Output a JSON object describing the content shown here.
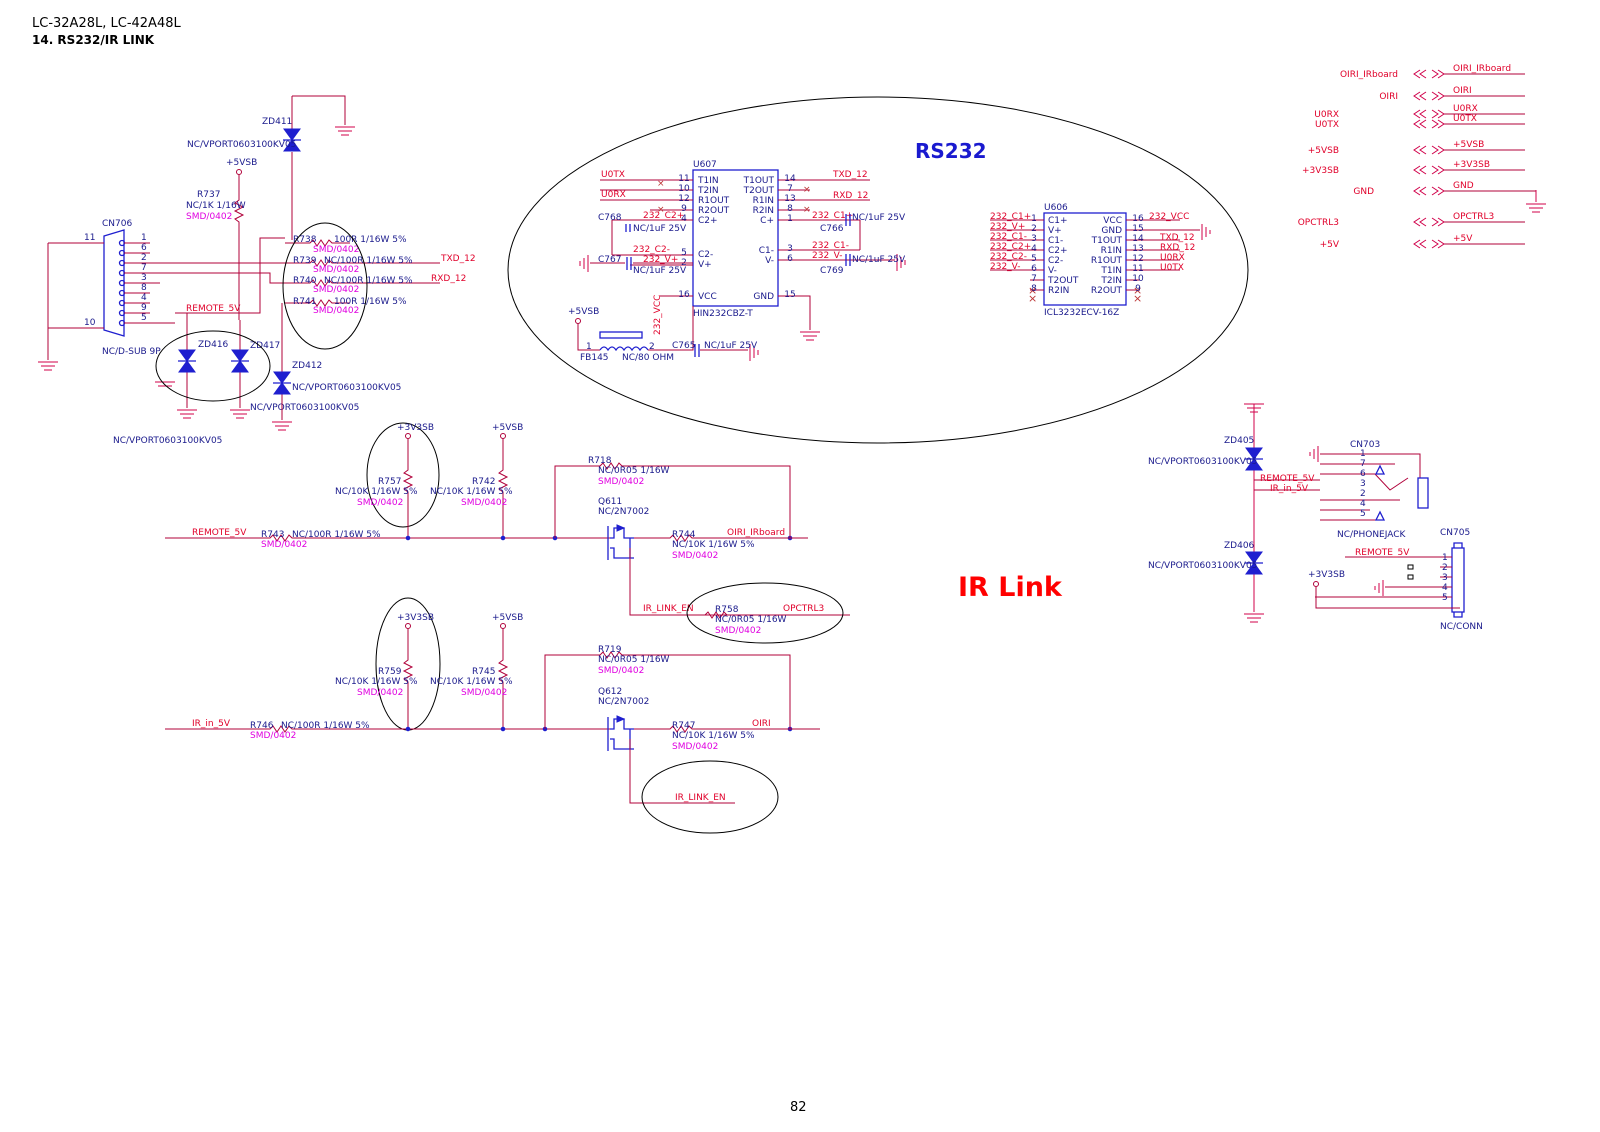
{
  "header": {
    "models": "LC-32A28L, LC-42A48L",
    "section": "14. RS232/IR LINK"
  },
  "page_number": "82",
  "titles": {
    "rs232": "RS232",
    "ir_link": "IR Link"
  },
  "colors": {
    "wire": "#b0003a",
    "part": "#1f1fcf",
    "net": "#e0002a",
    "footprint": "#e000e0",
    "title_rs232": "#1a1acf",
    "title_ir": "#ff0000"
  },
  "rs232_connector": {
    "name": "CN706",
    "value": "NC/D-SUB 9P",
    "pins": [
      "1",
      "6",
      "2",
      "7",
      "3",
      "8",
      "4",
      "9",
      "5"
    ],
    "shell_pins": [
      "11",
      "10"
    ],
    "net_remote": "REMOTE_5V",
    "r737": {
      "name": "R737",
      "value": "NC/1K 1/16W",
      "footprint": "SMD/0402",
      "supply": "+5VSB"
    },
    "zd411": {
      "name": "ZD411",
      "value": "NC/VPORT0603100KV05"
    },
    "zd412": {
      "name": "ZD412",
      "value": "NC/VPORT0603100KV05"
    },
    "zd416": {
      "name": "ZD416"
    },
    "zd417": {
      "name": "ZD417"
    },
    "zd_value_a": "NC/VPORT0603100KV05",
    "zd_value_b": "NC/VPORT0603100KV05",
    "r738": {
      "name": "R738",
      "value": "100R 1/16W 5%",
      "footprint": "SMD/0402"
    },
    "r739": {
      "name": "R739",
      "value": "NC/100R 1/16W 5%",
      "footprint": "SMD/0402",
      "net": "TXD_12"
    },
    "r740": {
      "name": "R740",
      "value": "NC/100R 1/16W 5%",
      "footprint": "SMD/0402",
      "net": "RXD_12"
    },
    "r741": {
      "name": "R741",
      "value": "100R 1/16W 5%",
      "footprint": "SMD/0402"
    }
  },
  "u607": {
    "name": "U607",
    "part": "HIN232CBZ-T",
    "left_pins": [
      {
        "num": "11",
        "label": "T1IN",
        "net": "U0TX"
      },
      {
        "num": "10",
        "label": "T2IN",
        "net": ""
      },
      {
        "num": "12",
        "label": "R1OUT",
        "net": "U0RX"
      },
      {
        "num": "9",
        "label": "R2OUT",
        "net": ""
      },
      {
        "num": "4",
        "label": "C2+",
        "net": "232_C2+"
      },
      {
        "num": "5",
        "label": "C2-",
        "net": "232_C2-"
      },
      {
        "num": "2",
        "label": "V+",
        "net": "232_V+"
      },
      {
        "num": "16",
        "label": "VCC",
        "net": "232_VCC"
      }
    ],
    "right_pins": [
      {
        "num": "14",
        "label": "T1OUT",
        "net": "TXD_12"
      },
      {
        "num": "7",
        "label": "T2OUT",
        "net": ""
      },
      {
        "num": "13",
        "label": "R1IN",
        "net": "RXD_12"
      },
      {
        "num": "8",
        "label": "R2IN",
        "net": ""
      },
      {
        "num": "1",
        "label": "C+",
        "net": "232_C1+"
      },
      {
        "num": "3",
        "label": "C1-",
        "net": "232_C1-"
      },
      {
        "num": "6",
        "label": "V-",
        "net": "232_V-"
      },
      {
        "num": "15",
        "label": "GND",
        "net": ""
      }
    ],
    "caps": [
      {
        "name": "C768",
        "value": "NC/1uF 25V"
      },
      {
        "name": "C767",
        "value": "NC/1uF 25V"
      },
      {
        "name": "C766",
        "value": "NC/1uF 25V"
      },
      {
        "name": "C769",
        "value": "NC/1uF 25V"
      },
      {
        "name": "C765",
        "value": "NC/1uF 25V"
      }
    ],
    "fb145": {
      "name": "FB145",
      "value": "NC/80 OHM",
      "supply": "+5VSB",
      "pin1": "1",
      "pin2": "2"
    }
  },
  "u606": {
    "name": "U606",
    "part": "ICL3232ECV-16Z",
    "left_pins": [
      {
        "num": "1",
        "label": "C1+",
        "net": "232_C1+"
      },
      {
        "num": "2",
        "label": "V+",
        "net": "232_V+"
      },
      {
        "num": "3",
        "label": "C1-",
        "net": "232_C1-"
      },
      {
        "num": "4",
        "label": "C2+",
        "net": "232_C2+"
      },
      {
        "num": "5",
        "label": "C2-",
        "net": "232_C2-"
      },
      {
        "num": "6",
        "label": "V-",
        "net": "232_V-"
      },
      {
        "num": "7",
        "label": "T2OUT",
        "net": ""
      },
      {
        "num": "8",
        "label": "R2IN",
        "net": ""
      }
    ],
    "right_pins": [
      {
        "num": "16",
        "label": "VCC",
        "net": "232_VCC"
      },
      {
        "num": "15",
        "label": "GND",
        "net": ""
      },
      {
        "num": "14",
        "label": "T1OUT",
        "net": "TXD_12"
      },
      {
        "num": "13",
        "label": "R1IN",
        "net": "RXD_12"
      },
      {
        "num": "12",
        "label": "R1OUT",
        "net": "U0RX"
      },
      {
        "num": "11",
        "label": "T1IN",
        "net": "U0TX"
      },
      {
        "num": "10",
        "label": "T2IN",
        "net": ""
      },
      {
        "num": "9",
        "label": "R2OUT",
        "net": ""
      }
    ]
  },
  "offpage": [
    {
      "left": "OIRI_IRboard",
      "right": "OIRI_IRboard"
    },
    {
      "left": "OIRI",
      "right": "OIRI"
    },
    {
      "left": "U0RX",
      "right": "U0RX"
    },
    {
      "left": "U0TX",
      "right": "U0TX"
    },
    {
      "left": "+5VSB",
      "right": "+5VSB"
    },
    {
      "left": "+3V3SB",
      "right": "+3V3SB"
    },
    {
      "left": "GND",
      "right": "GND"
    },
    {
      "left": "OPCTRL3",
      "right": "OPCTRL3"
    },
    {
      "left": "+5V",
      "right": "+5V"
    }
  ],
  "ir_upper": {
    "supply_a": "+3V3SB",
    "supply_b": "+5VSB",
    "r757": {
      "name": "R757",
      "value": "NC/10K 1/16W 5%",
      "footprint": "SMD/0402"
    },
    "r742": {
      "name": "R742",
      "value": "NC/10K 1/16W 5%",
      "footprint": "SMD/0402"
    },
    "r743": {
      "name": "R743",
      "value": "NC/100R 1/16W 5%",
      "footprint": "SMD/0402",
      "net_in": "REMOTE_5V"
    },
    "r718": {
      "name": "R718",
      "value": "NC/0R05 1/16W",
      "footprint": "SMD/0402"
    },
    "q611": {
      "name": "Q611",
      "value": "NC/2N7002"
    },
    "r744": {
      "name": "R744",
      "value": "NC/10K 1/16W 5%",
      "footprint": "SMD/0402",
      "net_out": "OIRI_IRboard"
    },
    "net_en": "IR_LINK_EN",
    "r758": {
      "name": "R758",
      "value": "NC/0R05 1/16W",
      "footprint": "SMD/0402",
      "net": "OPCTRL3"
    }
  },
  "ir_lower": {
    "supply_a": "+3V3SB",
    "supply_b": "+5VSB",
    "r759": {
      "name": "R759",
      "value": "NC/10K 1/16W 5%",
      "footprint": "SMD/0402"
    },
    "r745": {
      "name": "R745",
      "value": "NC/10K 1/16W 5%",
      "footprint": "SMD/0402"
    },
    "r746": {
      "name": "R746",
      "value": "NC/100R 1/16W 5%",
      "footprint": "SMD/0402",
      "net_in": "IR_in_5V"
    },
    "r719": {
      "name": "R719",
      "value": "NC/0R05 1/16W",
      "footprint": "SMD/0402"
    },
    "q612": {
      "name": "Q612",
      "value": "NC/2N7002"
    },
    "r747": {
      "name": "R747",
      "value": "NC/10K 1/16W 5%",
      "footprint": "SMD/0402",
      "net_out": "OIRI"
    },
    "net_en": "IR_LINK_EN"
  },
  "jack": {
    "zd405": {
      "name": "ZD405",
      "value": "NC/VPORT0603100KV05"
    },
    "zd406": {
      "name": "ZD406",
      "value": "NC/VPORT0603100KV05"
    },
    "cn703": {
      "name": "CN703",
      "value": "NC/PHONEJACK",
      "pins": [
        "1",
        "7",
        "6",
        "3",
        "2",
        "4",
        "5"
      ]
    },
    "net_remote": "REMOTE_5V",
    "net_ir": "IR_in_5V",
    "cn705": {
      "name": "CN705",
      "value": "NC/CONN",
      "pins": [
        "1",
        "2",
        "3",
        "4",
        "5"
      ],
      "net": "REMOTE_5V",
      "supply": "+3V3SB"
    }
  }
}
